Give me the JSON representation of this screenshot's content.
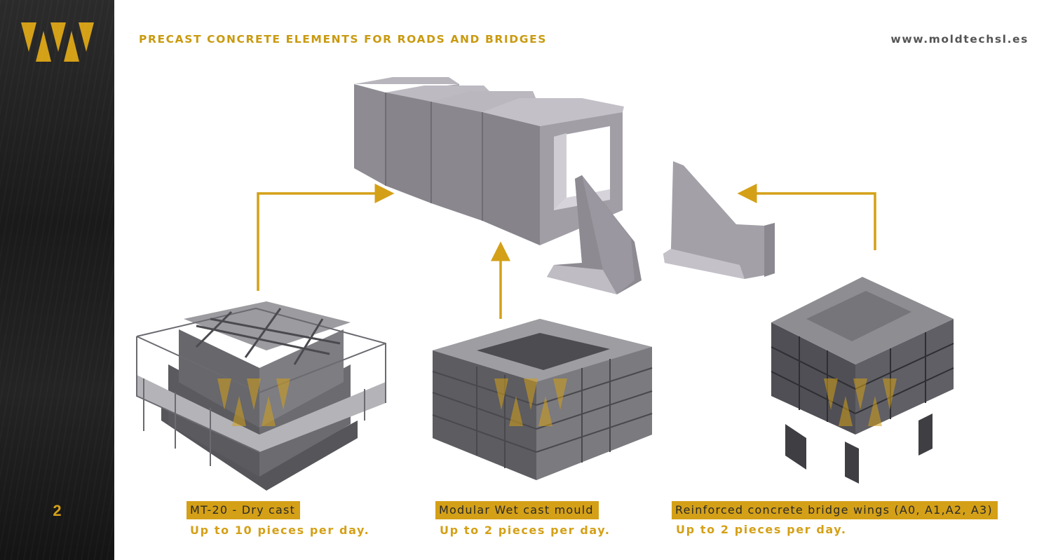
{
  "header": {
    "title": "PRECAST CONCRETE ELEMENTS FOR ROADS AND BRIDGES",
    "website": "www.moldtechsl.es"
  },
  "sidebar": {
    "page_number": "2",
    "logo_icon": "moldtech-triangles-logo"
  },
  "products": [
    {
      "name": "MT-20 - Dry cast",
      "capacity": "Up to 10 pieces per day."
    },
    {
      "name": "Modular Wet cast mould",
      "capacity": "Up to 2 pieces per day."
    },
    {
      "name": "Reinforced concrete bridge wings (A0, A1,A2, A3)",
      "capacity": "Up to 2 pieces per day."
    }
  ],
  "colors": {
    "accent": "#d4a017",
    "sidebar": "#1e1e1e",
    "concrete": "#8f8c93",
    "steel": "#5e5e62"
  }
}
